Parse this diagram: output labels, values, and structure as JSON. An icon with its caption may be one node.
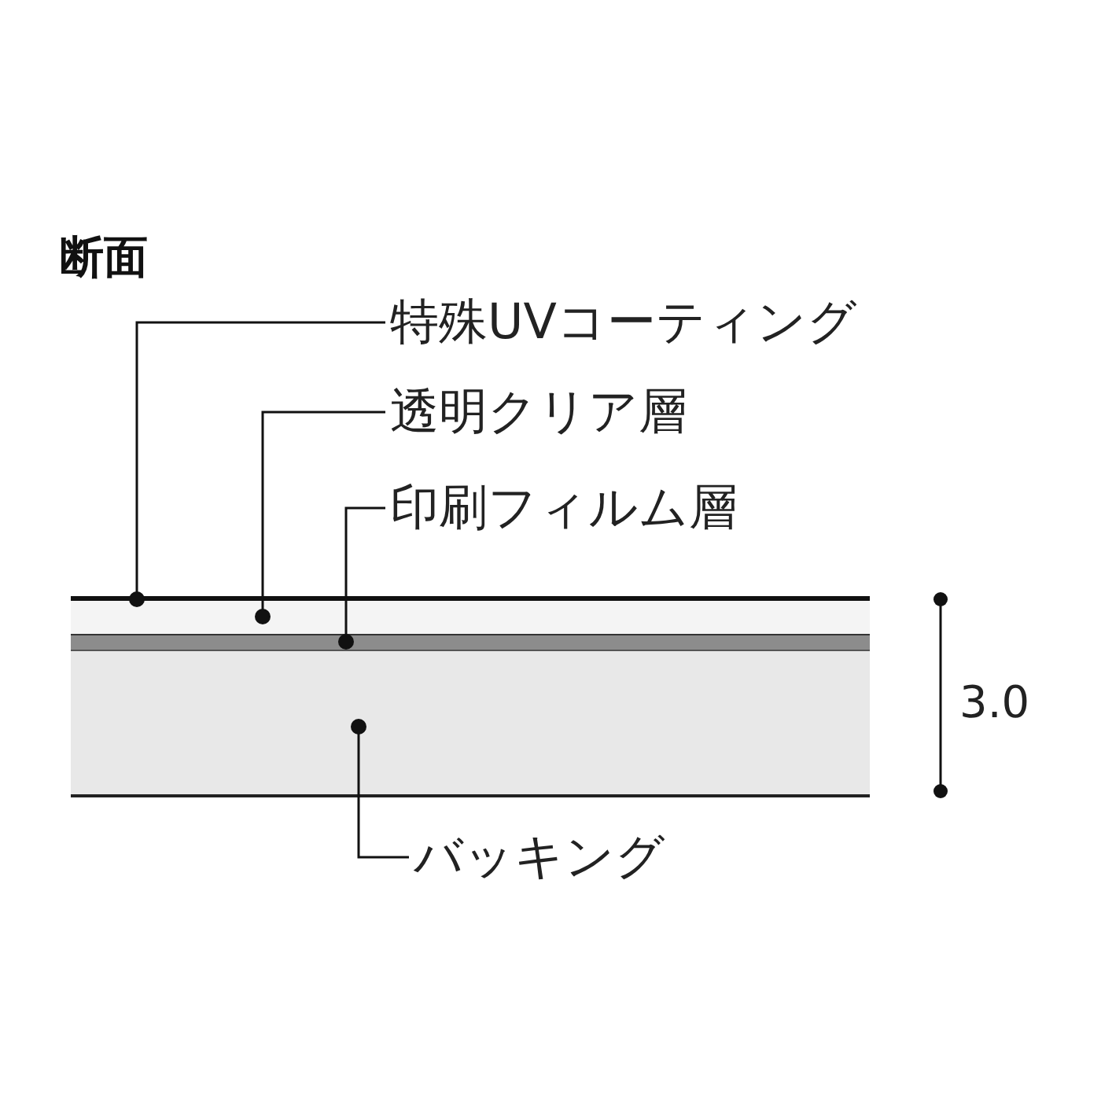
{
  "diagram": {
    "title": "断面",
    "nodes": [
      {
        "text": [
          "特殊UVコーティング"
        ]
      },
      {
        "text": [
          "透明クリア層"
        ]
      },
      {
        "text": [
          "印刷フィルム層"
        ]
      },
      {
        "text": [
          "バッキング"
        ]
      },
      {
        "text": [],
        "shape": "bar"
      },
      {
        "text": [],
        "shape": "bar"
      },
      {
        "text": [],
        "shape": "bar"
      },
      {
        "text": [],
        "shape": "bar"
      }
    ],
    "edges": [
      {
        "from": 0,
        "to": 4,
        "arrow": "other"
      },
      {
        "from": 1,
        "to": 5,
        "arrow": "other"
      },
      {
        "from": 2,
        "to": 6,
        "arrow": "other"
      },
      {
        "from": 3,
        "to": 7,
        "arrow": "other"
      }
    ],
    "labels": [
      "3.0"
    ]
  }
}
